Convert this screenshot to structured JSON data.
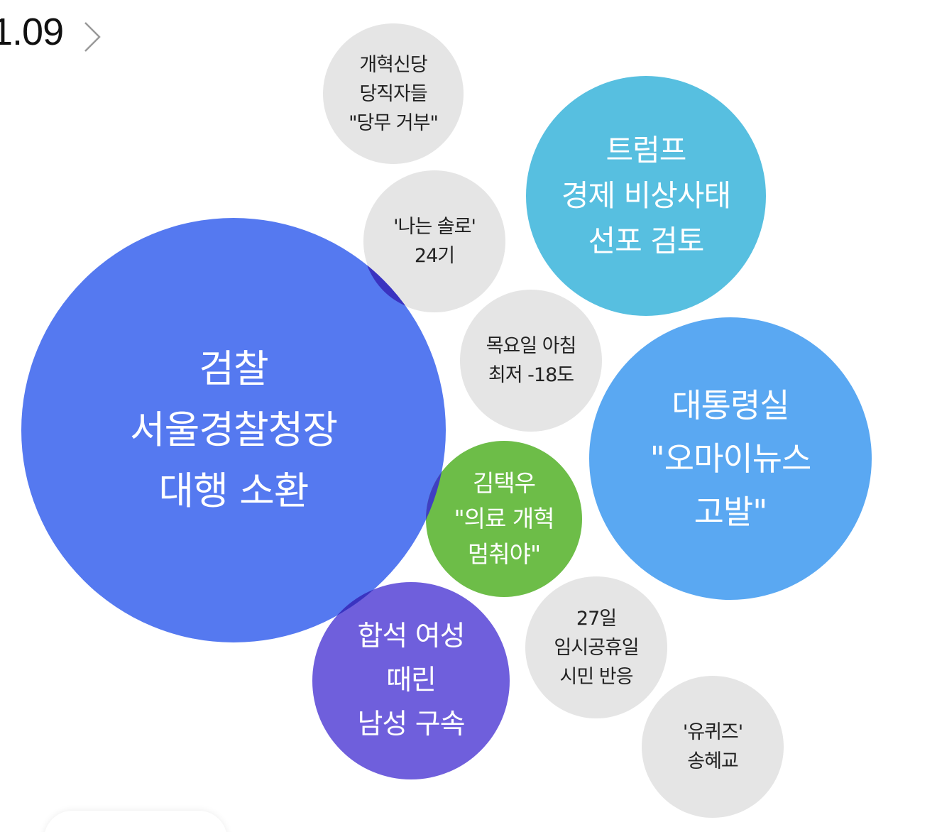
{
  "header": {
    "date": "1.09",
    "next_icon": "chevron-right-icon"
  },
  "bubbles": {
    "prosecution": {
      "text": "검찰\n서울경찰청장\n대행 소환",
      "color": "#5579f0"
    },
    "trump": {
      "text": "트럼프\n경제 비상사태\n선포 검토",
      "color": "#57bfe0"
    },
    "president_office": {
      "text": "대통령실\n\"오마이뉴스\n고발\"",
      "color": "#5aa8f2"
    },
    "kim": {
      "text": "김택우\n\"의료 개혁\n멈춰야\"",
      "color": "#6dbd48"
    },
    "assault": {
      "text": "합석 여성\n때린\n남성 구속",
      "color": "#6f5fdc"
    },
    "reform_party": {
      "text": "개혁신당\n당직자들\n\"당무 거부\"",
      "color": "#e5e5e5"
    },
    "solo": {
      "text": "'나는 솔로'\n24기",
      "color": "#e5e5e5"
    },
    "weather": {
      "text": "목요일 아침\n최저 -18도",
      "color": "#e5e5e5"
    },
    "holiday": {
      "text": "27일\n임시공휴일\n시민 반응",
      "color": "#e5e5e5"
    },
    "quiz": {
      "text": "'유퀴즈'\n송혜교",
      "color": "#e5e5e5"
    }
  }
}
